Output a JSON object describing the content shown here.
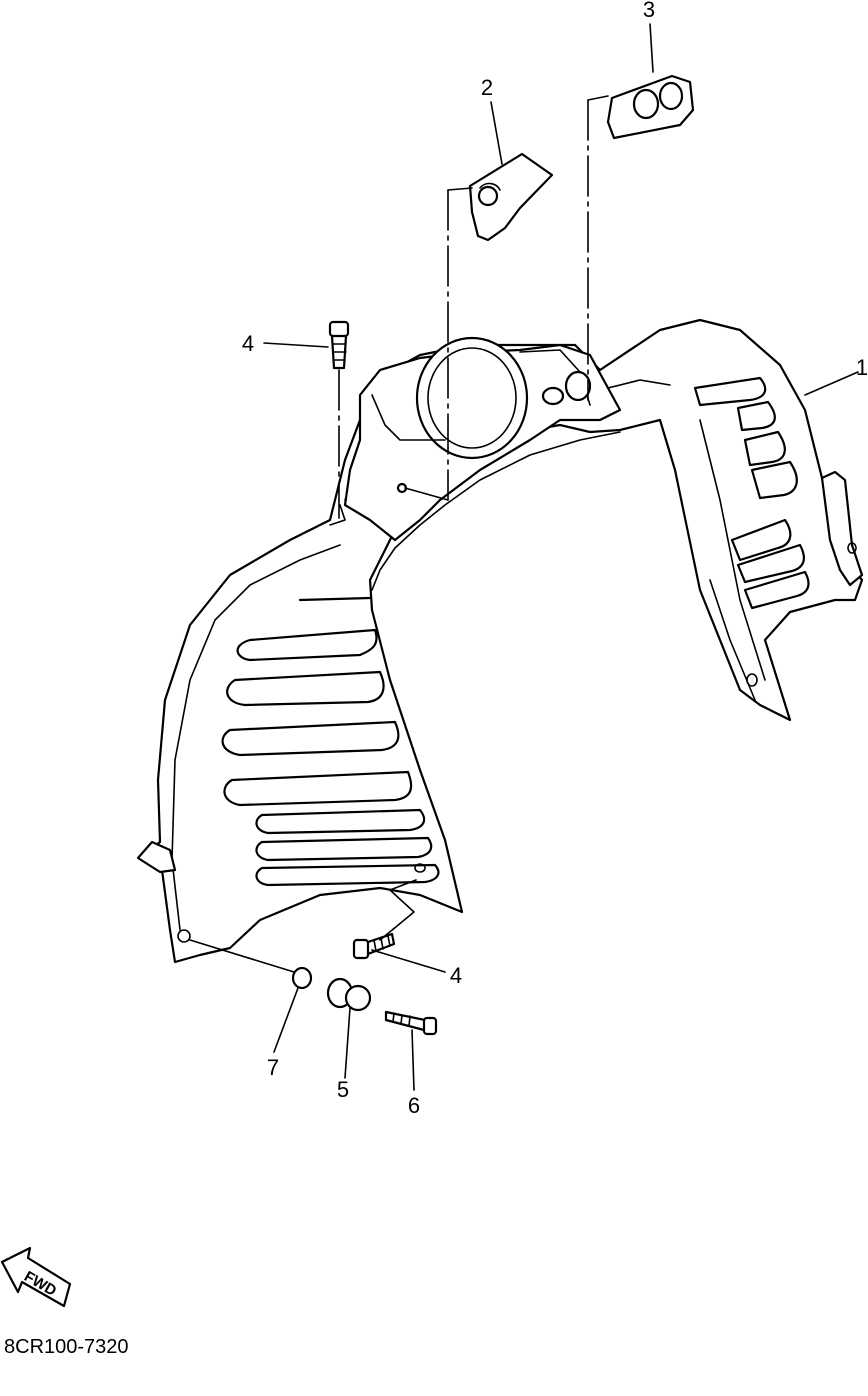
{
  "diagram": {
    "part_labels": [
      {
        "id": "1",
        "text": "1"
      },
      {
        "id": "2",
        "text": "2"
      },
      {
        "id": "3",
        "text": "3"
      },
      {
        "id": "4a",
        "text": "4"
      },
      {
        "id": "4b",
        "text": "4"
      },
      {
        "id": "5",
        "text": "5"
      },
      {
        "id": "6",
        "text": "6"
      },
      {
        "id": "7",
        "text": "7"
      }
    ],
    "direction_badge": "FWD",
    "drawing_code": "8CR100-7320"
  }
}
